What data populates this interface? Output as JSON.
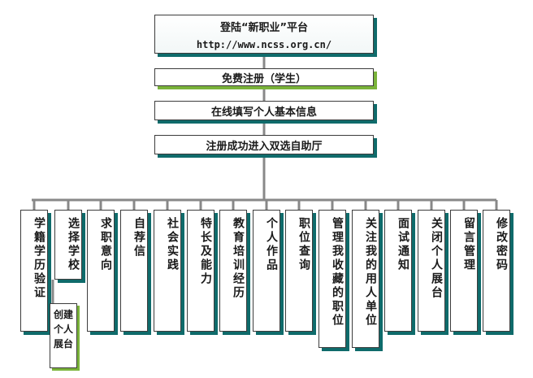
{
  "steps": {
    "platform_title": "登陆“新职业”平台",
    "platform_url": "http://www.ncss.org.cn/",
    "register": "免费注册（学生）",
    "fill_info": "在线填写个人基本信息",
    "success": "注册成功进入双选自助厅"
  },
  "modules": [
    "学籍学历验证",
    "选择学校",
    "求职意向",
    "自荐信",
    "社会实践",
    "特长及能力",
    "教育培训经历",
    "个人作品",
    "职位查询",
    "管理我收藏的职位",
    "关注我的用人单位",
    "面试通知",
    "关闭个人展台",
    "留言管理",
    "修改密码"
  ],
  "sub_module": "创建个人展台",
  "colors": {
    "shadow_teal": "#0f6b6b",
    "shadow_green": "#7ab33a",
    "connector": "#888888"
  }
}
